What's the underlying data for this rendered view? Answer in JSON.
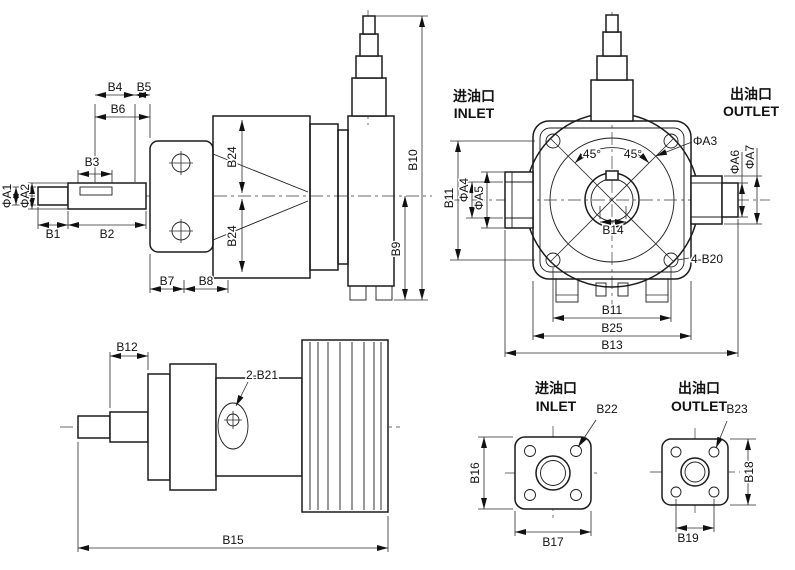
{
  "drawing": {
    "side_view": {
      "b1": "B1",
      "b2": "B2",
      "b3": "B3",
      "b4": "B4",
      "b5": "B5",
      "b6": "B6",
      "b7": "B7",
      "b8": "B8",
      "b9": "B9",
      "b10": "B10",
      "b24_upper": "B24",
      "b24_lower": "B24",
      "phi_a1": "ΦA1",
      "phi_a2": "ΦA2"
    },
    "front_view": {
      "inlet_cn": "进油口",
      "inlet_en": "INLET",
      "outlet_cn": "出油口",
      "outlet_en": "OUTLET",
      "phi_a3": "ΦA3",
      "phi_a4": "ΦA4",
      "phi_a5": "ΦA5",
      "phi_a6": "ΦA6",
      "phi_a7": "ΦA7",
      "b11_left": "B11",
      "b11_bottom": "B11",
      "b13": "B13",
      "b14": "B14",
      "b25": "B25",
      "b20": "4-B20",
      "angle_left": "45°",
      "angle_right": "45°"
    },
    "bottom_view": {
      "b12": "B12",
      "b15": "B15",
      "b21": "2-B21"
    },
    "inlet_flange": {
      "title_cn": "进油口",
      "title_en": "INLET",
      "b16": "B16",
      "b17": "B17",
      "b22": "B22"
    },
    "outlet_flange": {
      "title_cn": "出油口",
      "title_en": "OUTLET",
      "b18": "B18",
      "b19": "B19",
      "b23": "B23"
    }
  }
}
